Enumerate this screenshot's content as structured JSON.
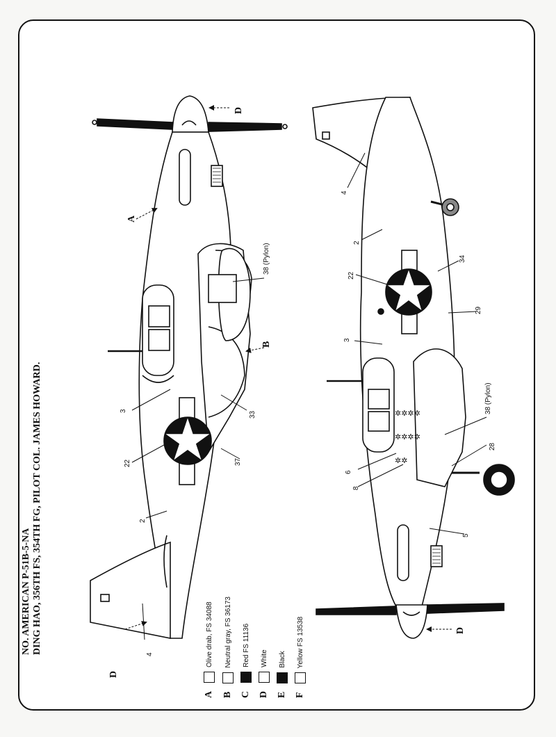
{
  "title": {
    "line1": "NO. AMERICAN P-51B-5-NA",
    "line2": "DING HAO, 356TH FS, 354TH FG, PILOT COL. JAMES HOWARD."
  },
  "legend": [
    {
      "letter": "A",
      "label": "Olive drab, FS 34088",
      "color": "#ffffff"
    },
    {
      "letter": "B",
      "label": "Neutral gray, FS  36173",
      "color": "#ffffff"
    },
    {
      "letter": "C",
      "label": "Red FS 11136",
      "color": "#111111"
    },
    {
      "letter": "D",
      "label": "White",
      "color": "#ffffff"
    },
    {
      "letter": "E",
      "label": "Black",
      "color": "#111111"
    },
    {
      "letter": "F",
      "label": "Yellow FS 13538",
      "color": "#ffffff"
    }
  ],
  "top_view": {
    "callouts": {
      "d_spinner": "D",
      "a": "A",
      "pylon": "38 (Pylon)",
      "b": "B",
      "n3": "3",
      "n33": "33",
      "n22": "22",
      "n37": "37",
      "n2": "2",
      "n4": "4",
      "d_tail": "D"
    }
  },
  "bottom_view": {
    "callouts": {
      "n4": "4",
      "n2": "2",
      "n34": "34",
      "n22": "22",
      "n29": "29",
      "n3": "3",
      "pylon": "38 (Pylon)",
      "n28": "28",
      "n6": "6",
      "n8": "8",
      "n5": "5",
      "d_spinner": "D"
    }
  }
}
